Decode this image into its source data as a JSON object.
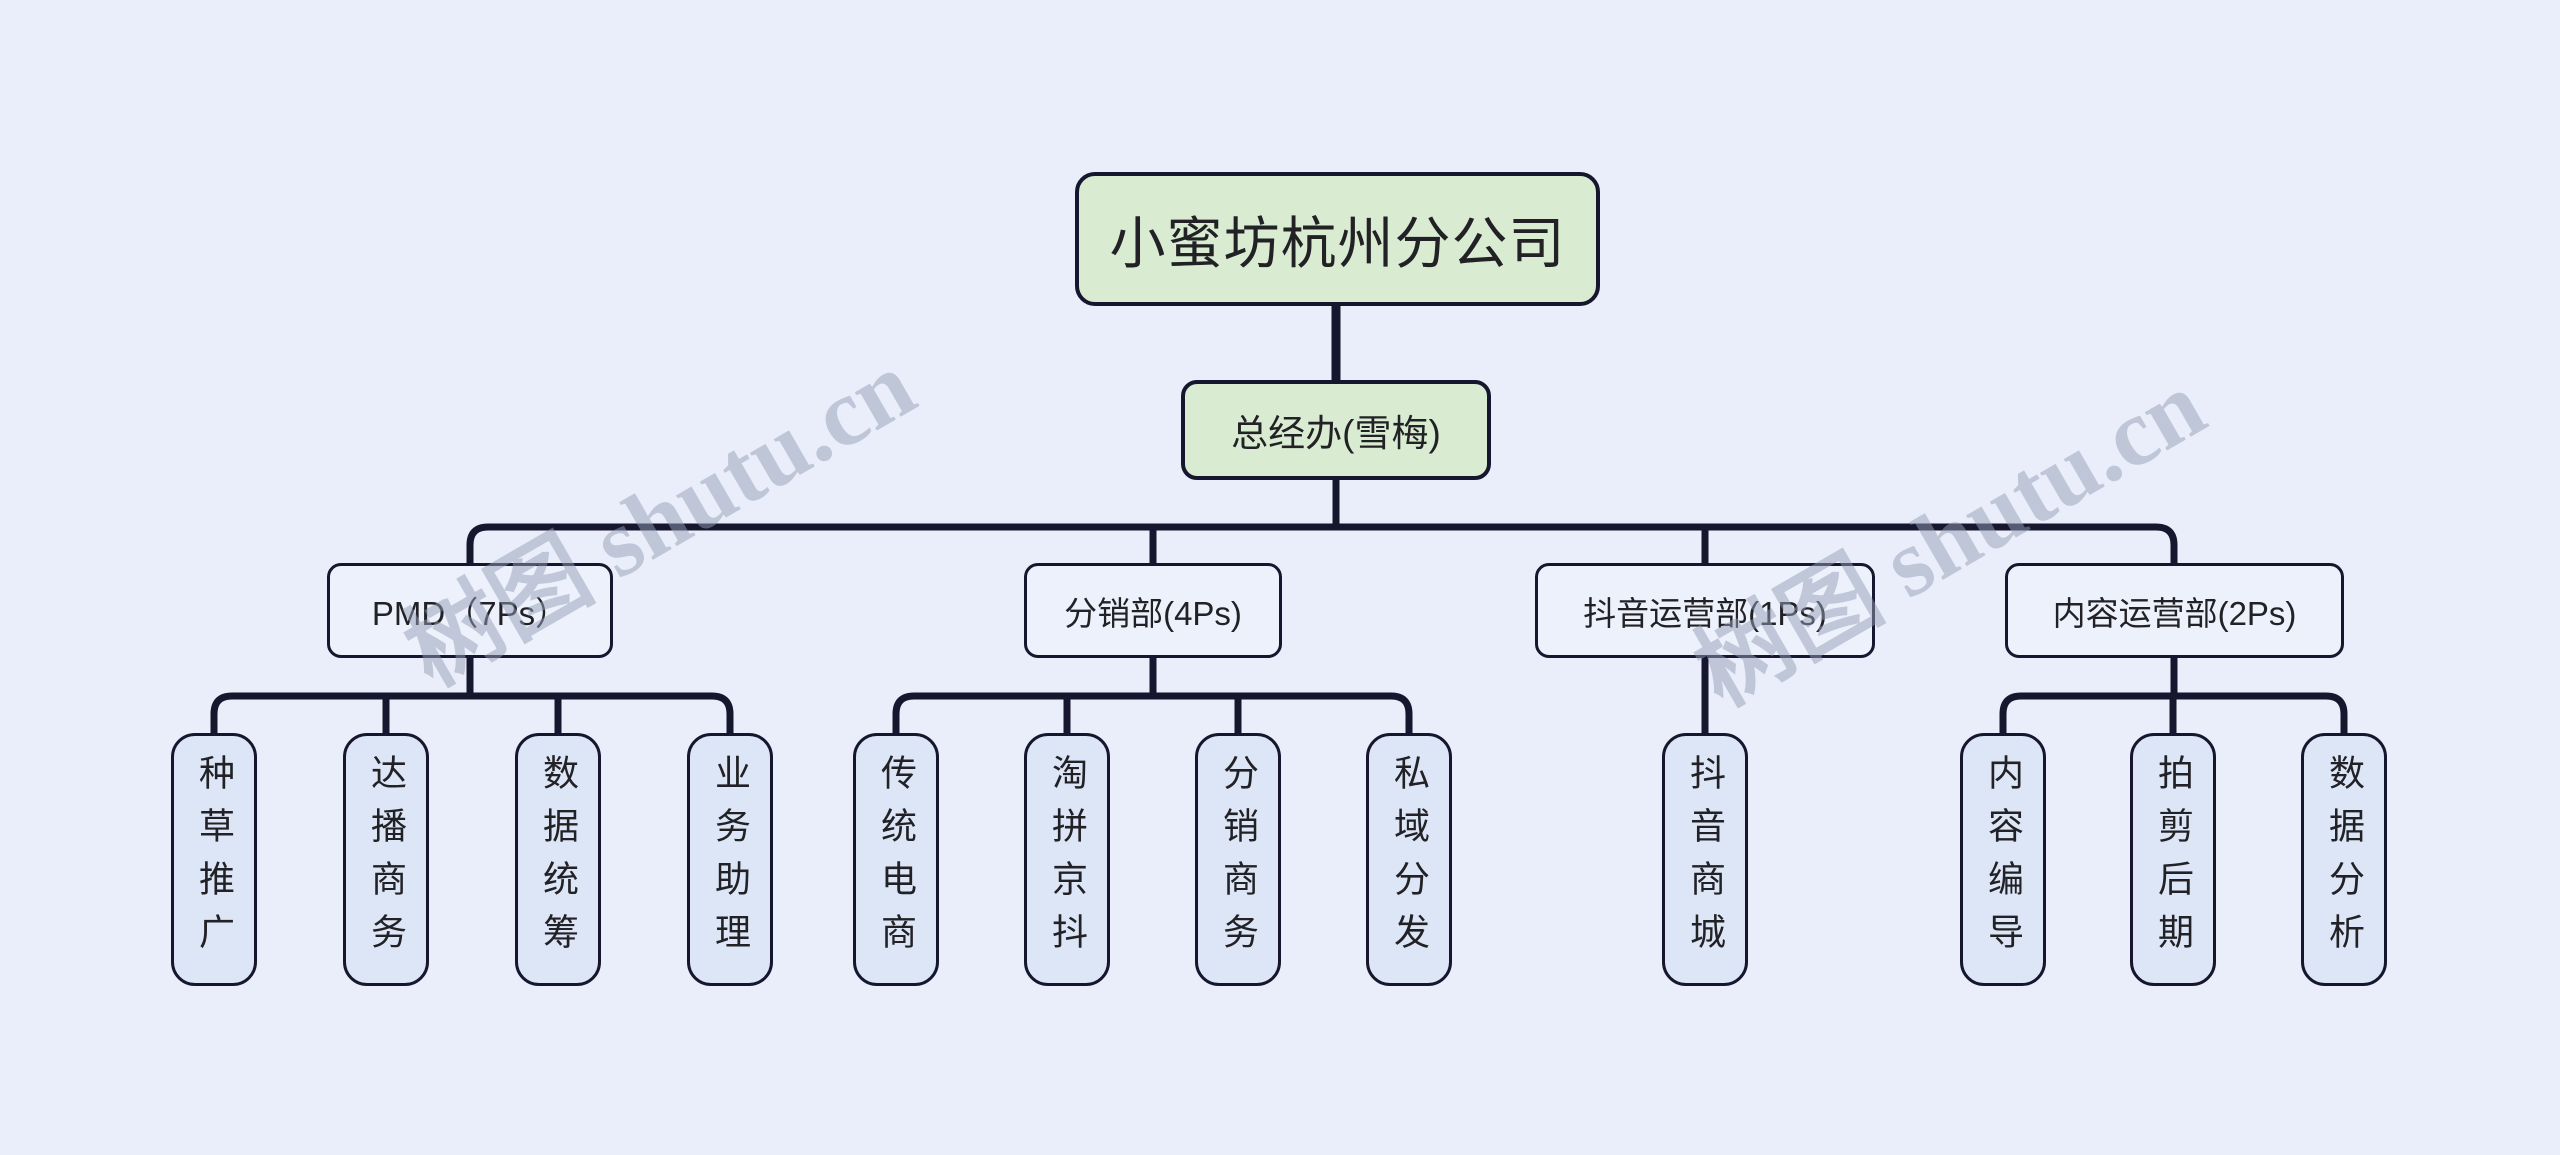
{
  "org": {
    "root": {
      "label": "小蜜坊杭州分公司"
    },
    "gm_office": {
      "label": "总经办(雪梅)"
    },
    "departments": [
      {
        "label": "PMD（7Ps）",
        "teams": [
          "种草推广",
          "达播商务",
          "数据统筹",
          "业务助理"
        ]
      },
      {
        "label": "分销部(4Ps)",
        "teams": [
          "传统电商",
          "淘拼京抖",
          "分销商务",
          "私域分发"
        ]
      },
      {
        "label": "抖音运营部(1Ps)",
        "teams": [
          "抖音商城"
        ]
      },
      {
        "label": "内容运营部(2Ps)",
        "teams": [
          "内容编导",
          "拍剪后期",
          "数据分析"
        ]
      }
    ]
  },
  "watermark": {
    "text": "树图 shutu.cn"
  },
  "colors": {
    "background": "#e9eefa",
    "connector_line": "#16162e",
    "root_node_fill": "#d9ecd2",
    "department_node_fill": "#edf1fc",
    "team_node_fill": "#dde6f7",
    "node_text": "#222226",
    "watermark_text": "rgba(148,158,182,0.5)"
  }
}
